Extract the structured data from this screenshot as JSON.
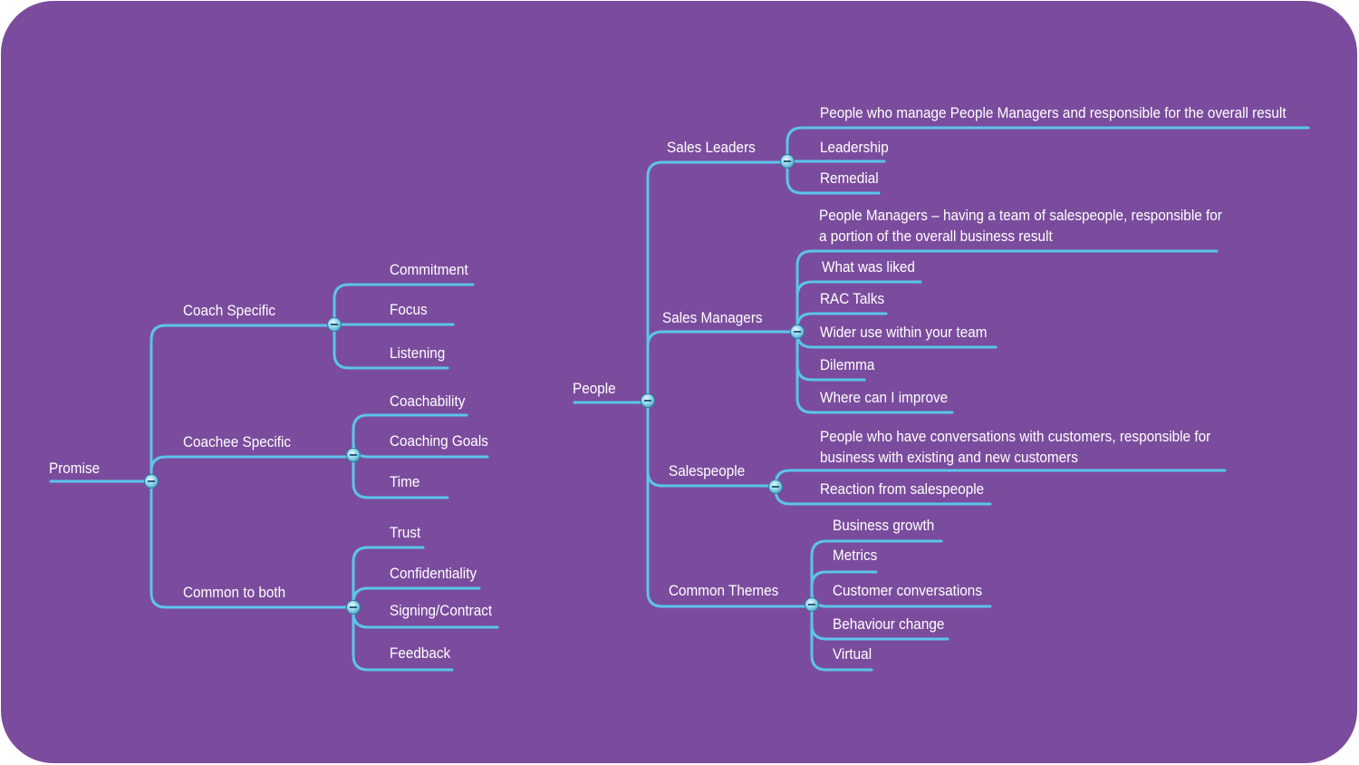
{
  "colors": {
    "background": "#7b4c9d",
    "branch_line": "#5bc5ea",
    "text": "#ffffff"
  },
  "left_map": {
    "root": "Promise",
    "branches": [
      {
        "label": "Coach Specific",
        "children": [
          "Commitment",
          "Focus",
          "Listening"
        ]
      },
      {
        "label": "Coachee Specific",
        "children": [
          "Coachability",
          "Coaching Goals",
          "Time"
        ]
      },
      {
        "label": "Common to both",
        "children": [
          "Trust",
          "Confidentiality",
          "Signing/Contract",
          "Feedback"
        ]
      }
    ]
  },
  "right_map": {
    "root": "People",
    "branches": [
      {
        "label": "Sales Leaders",
        "children": [
          "People who manage People Managers and responsible for the overall result",
          "Leadership",
          "Remedial"
        ]
      },
      {
        "label": "Sales Managers",
        "children": [
          "People Managers – having a team of salespeople, responsible for a portion of the overall business result",
          "What was liked",
          "RAC Talks",
          "Wider use within your team",
          "Dilemma",
          "Where can I improve"
        ]
      },
      {
        "label": "Salespeople",
        "children": [
          "People who have conversations with customers, responsible for business with existing and new customers",
          "Reaction from salespeople"
        ]
      },
      {
        "label": "Common Themes",
        "children": [
          "Business growth",
          "Metrics",
          "Customer conversations",
          "Behaviour change",
          "Virtual"
        ]
      }
    ]
  }
}
